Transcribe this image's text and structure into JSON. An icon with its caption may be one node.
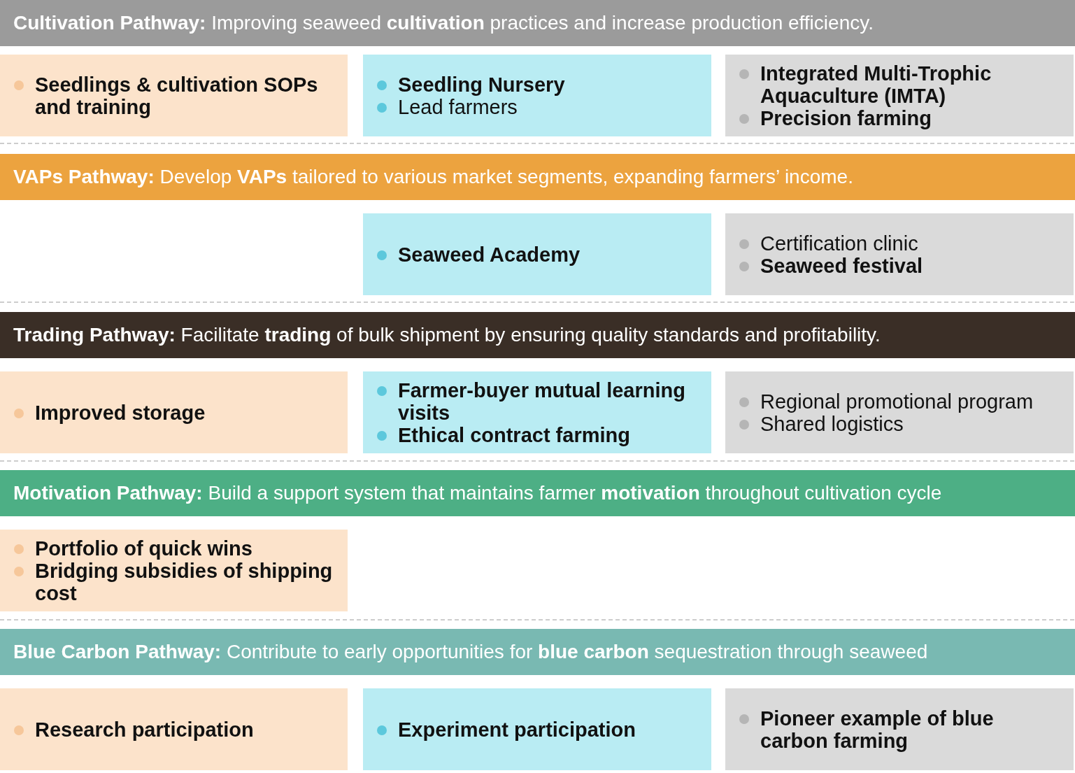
{
  "diagram": {
    "nodes": [
      {
        "text": [
          "**Cultivation Pathway:** Improving seaweed **cultivation** practices and increase production efficiency."
        ]
      },
      {
        "text": [
          "Seedlings & cultivation SOPs and training"
        ]
      },
      {
        "text": [
          "Seedling Nursery",
          "Lead farmers"
        ]
      },
      {
        "text": [
          "Integrated Multi-Trophic Aquaculture (IMTA)",
          "Precision farming"
        ]
      },
      {
        "text": [
          "**VAPs Pathway:** Develop **VAPs** tailored to various market segments, expanding farmers’ income."
        ]
      },
      {
        "text": [
          "Seaweed Academy"
        ]
      },
      {
        "text": [
          "Certification clinic",
          "Seaweed festival"
        ]
      },
      {
        "text": [
          "**Trading Pathway:** Facilitate **trading** of bulk shipment by ensuring quality standards and profitability."
        ]
      },
      {
        "text": [
          "Improved storage"
        ]
      },
      {
        "text": [
          "Farmer-buyer mutual learning visits",
          "Ethical contract farming"
        ]
      },
      {
        "text": [
          "Regional promotional program",
          "Shared logistics"
        ]
      },
      {
        "text": [
          "**Motivation Pathway:** Build a support system that maintains farmer **motivation** throughout cultivation cycle"
        ]
      },
      {
        "text": [
          "Portfolio of quick wins",
          "Bridging subsidies of shipping cost"
        ]
      },
      {
        "text": [
          "**Blue Carbon Pathway:** Contribute to early opportunities for **blue carbon** sequestration through seaweed"
        ]
      },
      {
        "text": [
          "Research participation"
        ]
      },
      {
        "text": [
          "Experiment participation"
        ]
      },
      {
        "text": [
          "Pioneer example of blue carbon farming"
        ]
      }
    ]
  }
}
